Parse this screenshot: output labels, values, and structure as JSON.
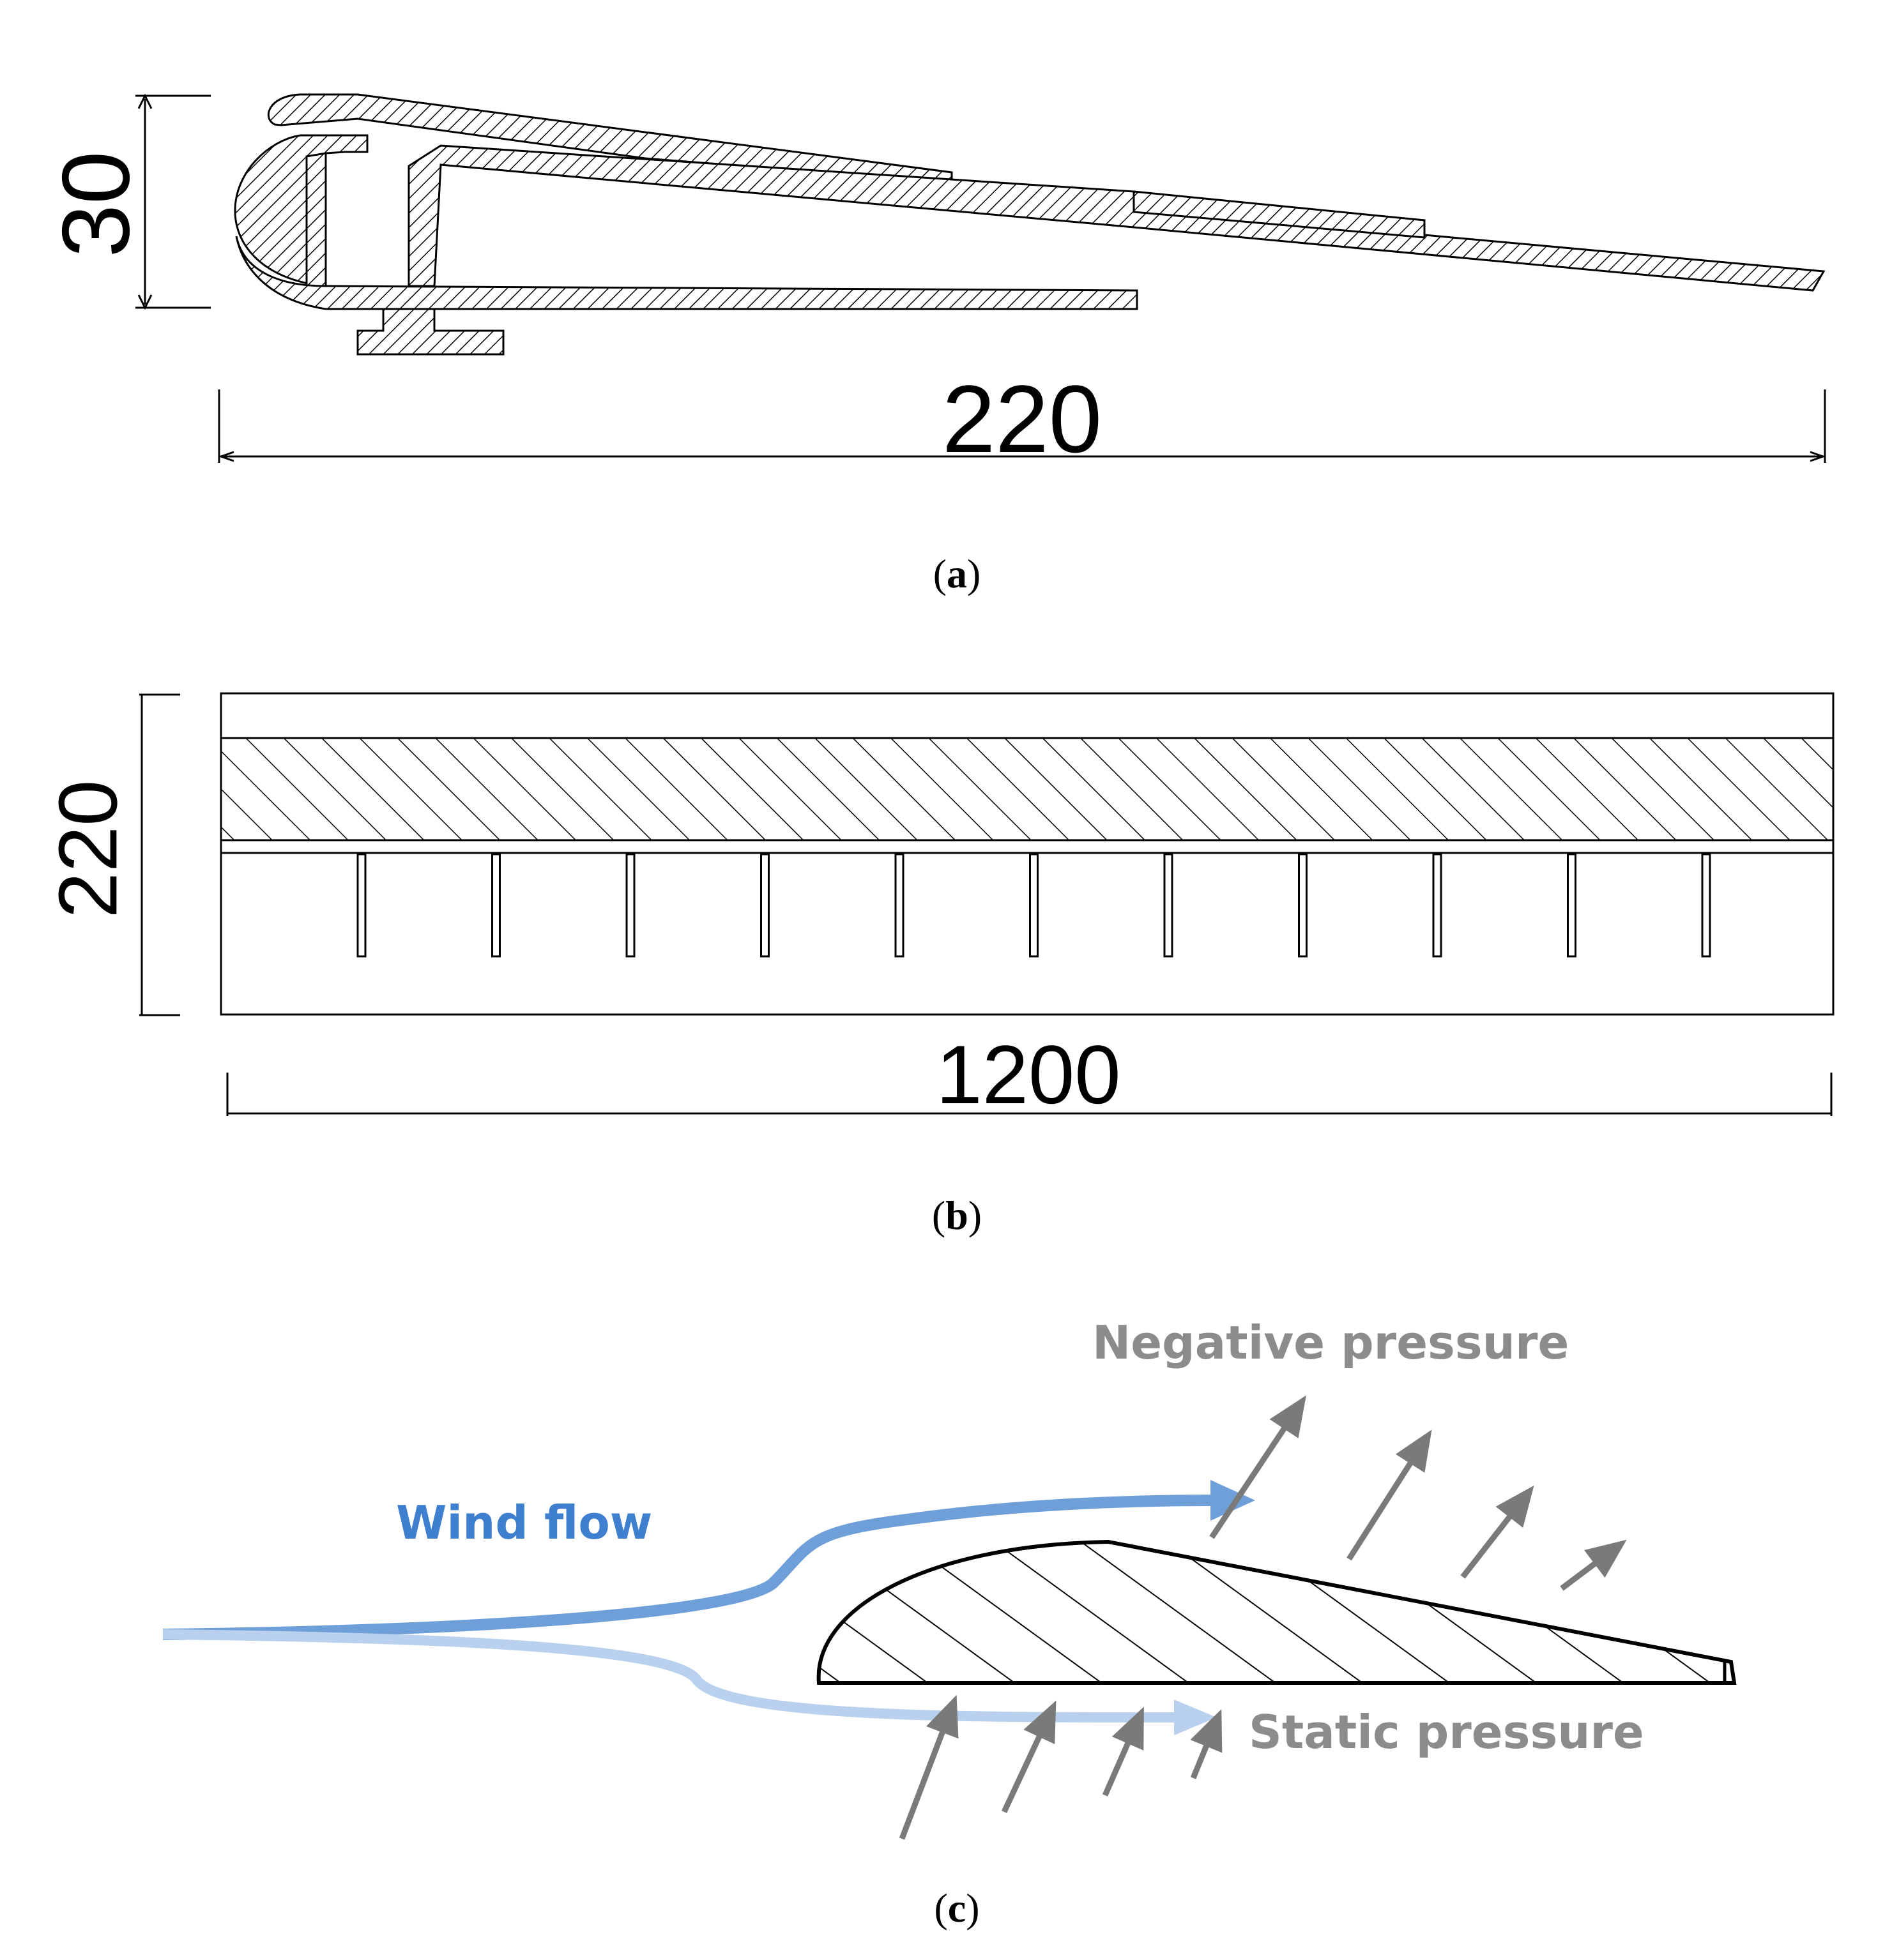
{
  "panel_a": {
    "height_dim": "30",
    "width_dim": "220",
    "caption_open": "(",
    "caption_letter": "a",
    "caption_close": ")"
  },
  "panel_b": {
    "height_dim": "220",
    "width_dim": "1200",
    "caption_open": "(",
    "caption_letter": "b",
    "caption_close": ")"
  },
  "panel_c": {
    "wind_flow": "Wind flow",
    "negative_pressure": "Negative pressure",
    "static_pressure": "Static pressure",
    "caption_open": "(",
    "caption_letter": "c",
    "caption_close": ")"
  },
  "colors": {
    "line": "#000000",
    "wind_flow_dark": "#6f9fd8",
    "wind_flow_light": "#b9d1ee",
    "wind_label": "#3f7fcf",
    "pressure_arrow": "#7a7a7a",
    "pressure_label": "#8c8c8c"
  }
}
